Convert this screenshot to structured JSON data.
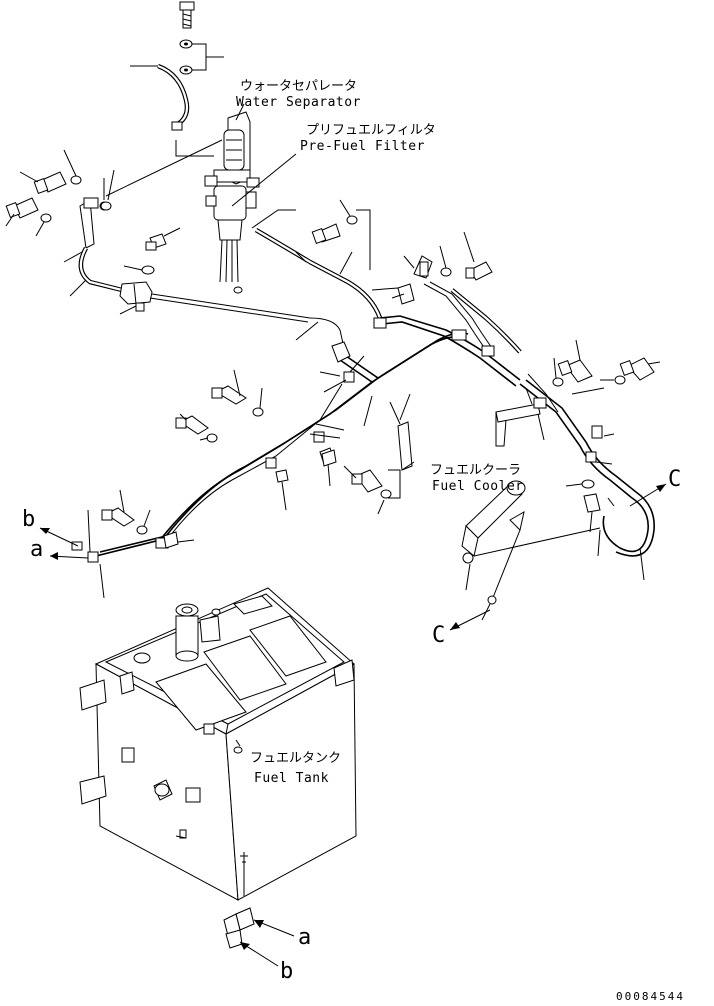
{
  "labels": {
    "water_separator_jp": "ウォータセパレータ",
    "water_separator_en": "Water Separator",
    "pre_fuel_filter_jp": "プリフュエルフィルタ",
    "pre_fuel_filter_en": "Pre-Fuel Filter",
    "fuel_cooler_jp": "フュエルクーラ",
    "fuel_cooler_en": "Fuel Cooler",
    "fuel_tank_jp": "フュエルタンク",
    "fuel_tank_en": "Fuel Tank"
  },
  "connectors": {
    "a_top": "a",
    "b_top": "b",
    "c_right": "C",
    "c_left": "C",
    "a_bottom": "a",
    "b_bottom": "b"
  },
  "drawing_code": "00084544"
}
